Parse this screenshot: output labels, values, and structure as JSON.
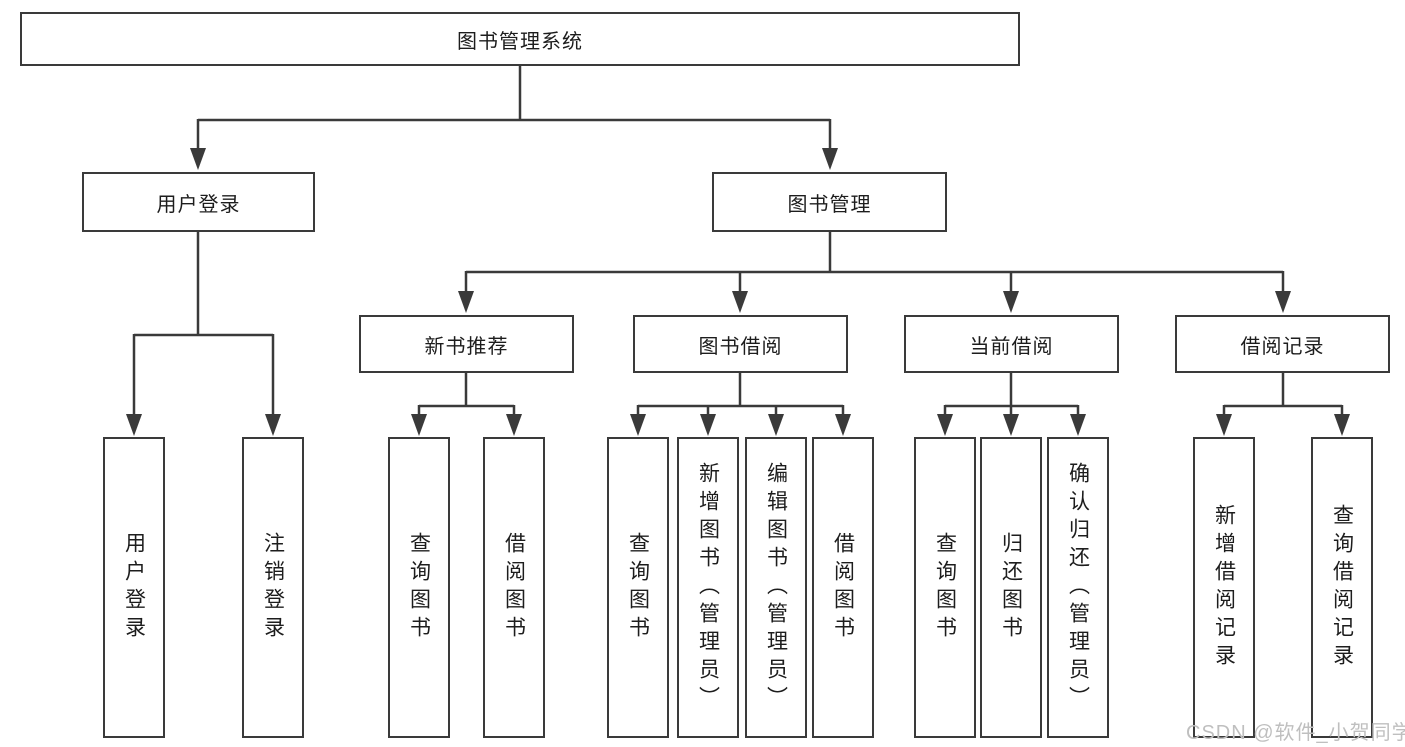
{
  "colors": {
    "line": "#3a3a3a",
    "box_border": "#3a3a3a",
    "box_fill": "#ffffff",
    "text": "#1d1d1d",
    "watermark": "#bfbfbf"
  },
  "watermark": "CSDN @软件_小贺同学",
  "tree": {
    "label": "图书管理系统",
    "children": [
      {
        "label": "用户登录",
        "children": [
          {
            "label": "用户登录"
          },
          {
            "label": "注销登录"
          }
        ]
      },
      {
        "label": "图书管理",
        "children": [
          {
            "label": "新书推荐",
            "children": [
              {
                "label": "查询图书"
              },
              {
                "label": "借阅图书"
              }
            ]
          },
          {
            "label": "图书借阅",
            "children": [
              {
                "label": "查询图书"
              },
              {
                "label": "新增图书（管理员）"
              },
              {
                "label": "编辑图书（管理员）"
              },
              {
                "label": "借阅图书"
              }
            ]
          },
          {
            "label": "当前借阅",
            "children": [
              {
                "label": "查询图书"
              },
              {
                "label": "归还图书"
              },
              {
                "label": "确认归还（管理员）"
              }
            ]
          },
          {
            "label": "借阅记录",
            "children": [
              {
                "label": "新增借阅记录"
              },
              {
                "label": "查询借阅记录"
              }
            ]
          }
        ]
      }
    ]
  }
}
